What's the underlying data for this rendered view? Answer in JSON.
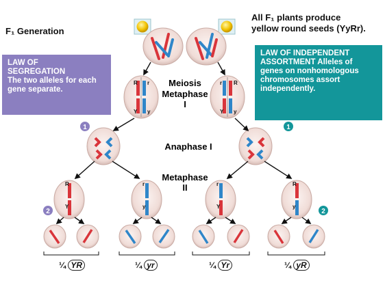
{
  "labels": {
    "f1_generation": "F₁ Generation",
    "f1_produce_line1": "All F₁ plants produce",
    "f1_produce_line2": "yellow round seeds (YyRr).",
    "meiosis": "Meiosis",
    "metaphase1_word": "Metaphase",
    "metaphase1_num": "I",
    "anaphase1": "Anaphase I",
    "metaphase2_word": "Metaphase",
    "metaphase2_num": "II"
  },
  "law_of_segregation": {
    "title_line1": "LAW OF",
    "title_line2": "SEGREGATION",
    "body": "The two alleles for each gene separate.",
    "color": "#8b7fc0"
  },
  "law_of_independent_assortment": {
    "title_line1": "LAW OF INDEPENDENT",
    "title_line2": "ASSORTMENT",
    "body": "Alleles of genes on nonhomologous chromosomes assort independently.",
    "color": "#13969a"
  },
  "step_markers": {
    "left_1": "1",
    "right_1": "1",
    "left_2": "2",
    "right_2": "2"
  },
  "gametes": [
    {
      "fraction": "¼",
      "genotype": "YR"
    },
    {
      "fraction": "¼",
      "genotype": "yr"
    },
    {
      "fraction": "¼",
      "genotype": "Yr"
    },
    {
      "fraction": "¼",
      "genotype": "yR"
    }
  ],
  "allele_labels": {
    "R": "R",
    "r": "r",
    "Y": "Y",
    "y": "y"
  },
  "colors": {
    "red_chromosome": "#d9353b",
    "blue_chromosome": "#2f86c9",
    "seed": "#f2c200",
    "cell": "#f1e4e0"
  }
}
